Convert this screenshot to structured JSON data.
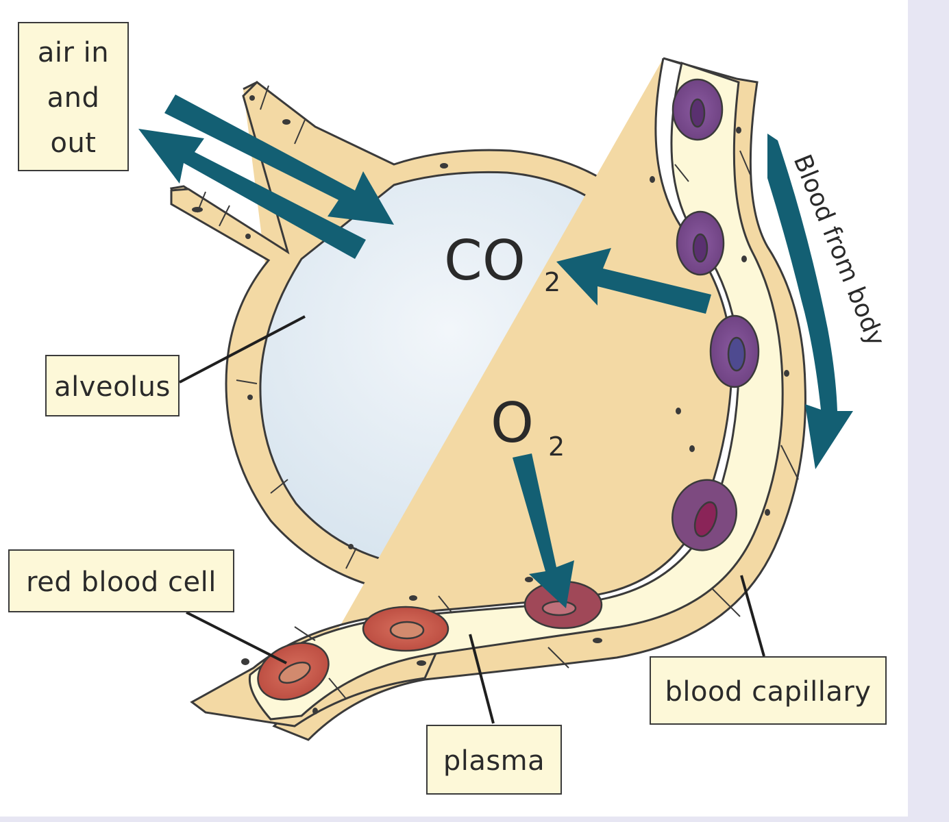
{
  "labels": {
    "air_in_line1": "air in",
    "air_in_line2": "and",
    "air_in_line3": "out",
    "alveolus": "alveolus",
    "red_blood_cell": "red blood cell",
    "plasma": "plasma",
    "blood_capillary": "blood capillary",
    "blood_from_body": "Blood from body"
  },
  "gases": {
    "co2": "CO",
    "co2_sub": "2",
    "o2": "O",
    "o2_sub": "2"
  },
  "colors": {
    "arrow": "#135f73",
    "wall": "#f3d9a4",
    "plasma": "#fdf8d8",
    "air_space": "#dfe9f1",
    "outline": "#3a3a3a",
    "red_cell_oxygenated": "#c85a4c",
    "red_cell_deoxygenated": "#7c4d8c"
  }
}
